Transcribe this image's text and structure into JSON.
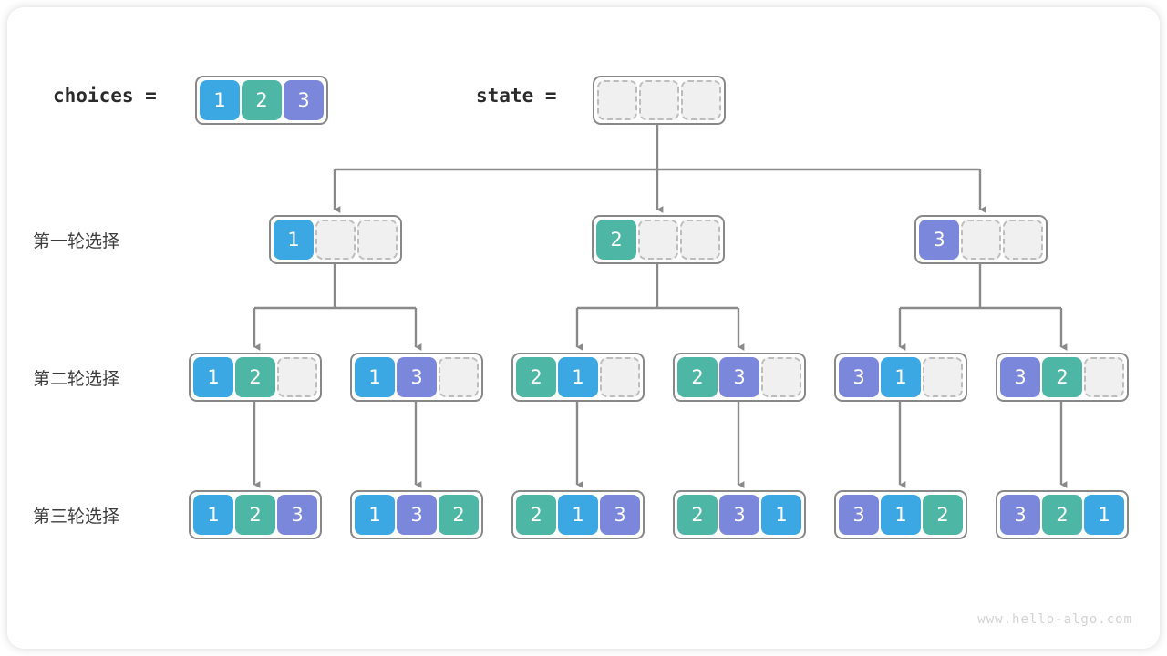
{
  "diagram": {
    "title": "permutation-backtracking-tree",
    "watermark": "www.hello-algo.com",
    "colors": {
      "value_1": "#3ba7e3",
      "value_2": "#4db6a4",
      "value_3": "#7b87da",
      "empty_cell": "#f0f0f0",
      "empty_border": "#bdbdbd",
      "box_border": "#888888",
      "line": "#8a8a8a",
      "text": "#2b2b2b"
    },
    "header": {
      "choices_label": "choices =",
      "choices_values": [
        "1",
        "2",
        "3"
      ],
      "state_label": "state =",
      "state_values": [
        "",
        "",
        ""
      ]
    },
    "row_labels": {
      "round1": "第一轮选择",
      "round2": "第二轮选择",
      "round3": "第三轮选择"
    },
    "rounds": {
      "round1": [
        {
          "cells": [
            "1",
            "",
            ""
          ]
        },
        {
          "cells": [
            "2",
            "",
            ""
          ]
        },
        {
          "cells": [
            "3",
            "",
            ""
          ]
        }
      ],
      "round2": [
        {
          "cells": [
            "1",
            "2",
            ""
          ]
        },
        {
          "cells": [
            "1",
            "3",
            ""
          ]
        },
        {
          "cells": [
            "2",
            "1",
            ""
          ]
        },
        {
          "cells": [
            "2",
            "3",
            ""
          ]
        },
        {
          "cells": [
            "3",
            "1",
            ""
          ]
        },
        {
          "cells": [
            "3",
            "2",
            ""
          ]
        }
      ],
      "round3": [
        {
          "cells": [
            "1",
            "2",
            "3"
          ]
        },
        {
          "cells": [
            "1",
            "3",
            "2"
          ]
        },
        {
          "cells": [
            "2",
            "1",
            "3"
          ]
        },
        {
          "cells": [
            "2",
            "3",
            "1"
          ]
        },
        {
          "cells": [
            "3",
            "1",
            "2"
          ]
        },
        {
          "cells": [
            "3",
            "2",
            "1"
          ]
        }
      ]
    }
  }
}
